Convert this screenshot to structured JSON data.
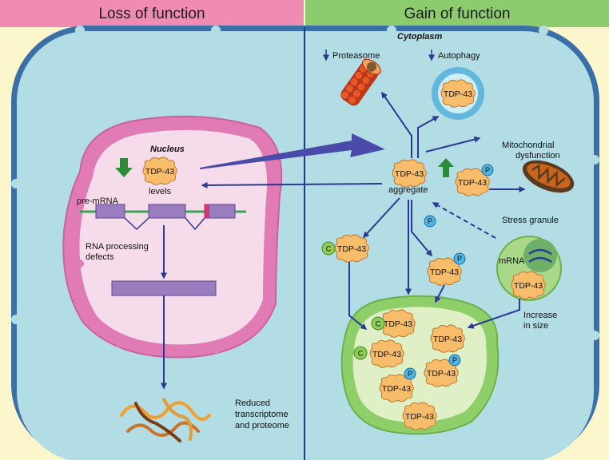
{
  "banners": {
    "left": "Loss of function",
    "right": "Gain of function"
  },
  "labels": {
    "cytoplasm": "Cytoplasm",
    "nucleus": "Nucleus",
    "proteasome": "Proteasome",
    "autophagy": "Autophagy",
    "mito_line1": "Mitochondrial",
    "mito_line2": "dysfunction",
    "stress_granule": "Stress granule",
    "mrna": "mRNA",
    "increase_line1": "Increase",
    "increase_line2": "in size",
    "levels": "levels",
    "pre_mrna": "pre-mRNA",
    "aggregate": "aggregate",
    "rna_line1": "RNA processing",
    "rna_line2": "defects",
    "reduced_line1": "Reduced",
    "reduced_line2": "transcriptome",
    "reduced_line3": "and proteome"
  },
  "protein_label": "TDP-43",
  "modifications": {
    "phospho": "P",
    "cleaved": "C"
  },
  "colors": {
    "loss_banner": "#f08bb4",
    "gain_banner": "#8ccc6e",
    "cytoplasm": "#b3dde5",
    "cell_membrane": "#3b6fa8",
    "nucleus_envelope": "#e07bb5",
    "nucleoplasm": "#f6dcea",
    "protein_fill": "#f7bd6a",
    "protein_edge": "#c0782a",
    "arrow": "#2b3990",
    "aggregate_body": "#8fcf6a",
    "up_down_arrow": "#2e8b3a",
    "phospho_badge": "#4fb3e3",
    "cleaved_badge": "#8dcc55",
    "exon": "#9a7dbf"
  },
  "icons": [
    "proteasome-icon",
    "autophagosome-icon",
    "mitochondrion-icon",
    "rna-strands-icon"
  ]
}
